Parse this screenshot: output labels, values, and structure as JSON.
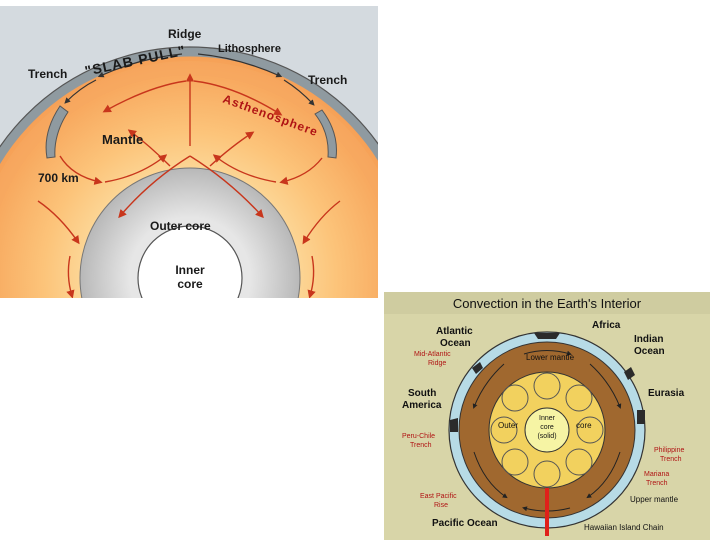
{
  "panel_a": {
    "labels": {
      "ridge": "Ridge",
      "lithosphere": "Lithosphere",
      "trench_left": "Trench",
      "trench_right": "Trench",
      "slab_pull": "\"SLAB PULL\"",
      "asthenosphere": "Asthenosphere",
      "mantle": "Mantle",
      "depth": "700 km",
      "outer_core": "Outer core",
      "inner_core_1": "Inner",
      "inner_core_2": "core"
    },
    "colors": {
      "background": "#d4dadf",
      "mantle_outer": "#f59a50",
      "mantle_inner": "#fdcf8a",
      "outer_core": "#c4c4c4",
      "inner_core": "#ffffff",
      "lithosphere": "#8f9aa0",
      "arrow": "#c8361c"
    }
  },
  "panel_b": {
    "title": "Convection in the Earth's Interior",
    "labels": {
      "africa": "Africa",
      "atlantic_1": "Atlantic",
      "atlantic_2": "Ocean",
      "indian_1": "Indian",
      "indian_2": "Ocean",
      "mar_1": "Mid-Atlantic",
      "mar_2": "Ridge",
      "lower_mantle": "Lower mantle",
      "south_america_1": "South",
      "south_america_2": "America",
      "eurasia": "Eurasia",
      "outer": "Outer",
      "core": "core",
      "inner_core_1": "Inner",
      "inner_core_2": "core",
      "inner_core_3": "(solid)",
      "peru_chile_1": "Peru-Chile",
      "peru_chile_2": "Trench",
      "philippine_1": "Philippine",
      "philippine_2": "Trench",
      "mariana_1": "Mariana",
      "mariana_2": "Trench",
      "east_pacific_1": "East Pacific",
      "east_pacific_2": "Rise",
      "upper_mantle": "Upper mantle",
      "pacific_ocean": "Pacific Ocean",
      "hawaiian": "Hawaiian Island Chain"
    },
    "colors": {
      "background": "#d8d5a8",
      "ocean_ring": "#b7dbe6",
      "mantle": "#a0682f",
      "outer_core": "#f2d15e",
      "inner_core": "#f6f4a4",
      "plume": "#e0201a"
    }
  }
}
